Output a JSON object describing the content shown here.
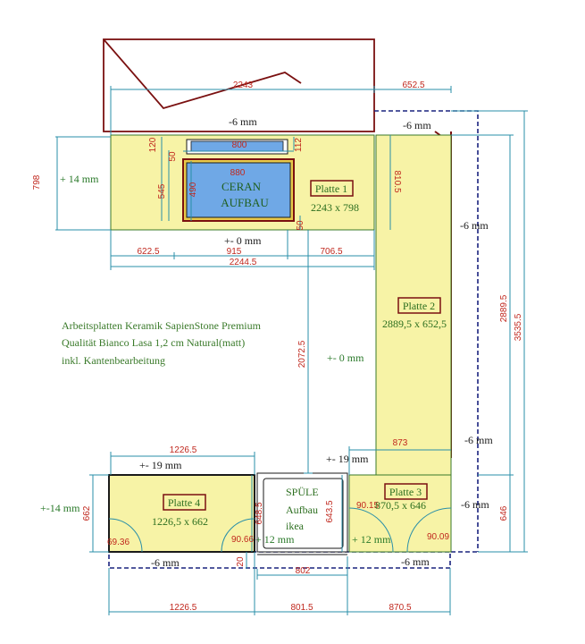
{
  "title_lines": [
    "Arbeitsplatten Keramik SapienStone Premium",
    "Qualität Bianco Lasa 1,2 cm Natural(matt)",
    "inkl. Kantenbearbeitung"
  ],
  "colors": {
    "counter_fill": "#f7f3a6",
    "counter_edge": "#3a7a2a",
    "wall": "#7a1010",
    "cooktop_blue": "#6fa8e6",
    "dimension_line": "#2a8fa8",
    "dimension_text": "#c0281e",
    "dashed_outline": "#1a237e"
  },
  "plates": [
    {
      "label": "Platte 1",
      "size": "2243 x 798"
    },
    {
      "label": "Platte 2",
      "size": "2889,5 x 652,5"
    },
    {
      "label": "Platte 3",
      "size": "870,5 x 646"
    },
    {
      "label": "Platte 4",
      "size": "1226,5 x 662"
    }
  ],
  "ceran": {
    "line1": "CERAN",
    "line2": "AUFBAU"
  },
  "sink": {
    "line1": "SPÜLE",
    "line2": "Aufbau",
    "line3": "ikea"
  },
  "dimensions": {
    "top_2243": "2243",
    "top_652_5": "652.5",
    "d_800": "800",
    "d_120": "120",
    "d_112": "112",
    "d_50a": "50",
    "d_880": "880",
    "d_545": "545",
    "d_490": "490",
    "d_50b": "50",
    "d_810_5": "810.5",
    "d_622_5": "622.5",
    "d_915": "915",
    "d_706_5": "706.5",
    "d_2244_5": "2244.5",
    "d_798": "798",
    "d_2072_5": "2072.5",
    "d_2889_5": "2889.5",
    "d_3535_5": "3535.5",
    "d_873": "873",
    "d_1226_5_top": "1226.5",
    "d_662": "662",
    "d_648_5": "648.5",
    "d_643_5": "643.5",
    "d_646": "646",
    "d_69_36": "69.36",
    "d_90_66": "90.66",
    "d_90_15": "90.15",
    "d_90_09": "90.09",
    "d_802": "802",
    "d_20": "20",
    "d_1226_5_bot": "1226.5",
    "d_801_5": "801.5",
    "d_870_5": "870.5"
  },
  "notes": {
    "minus6_top": "-6 mm",
    "minus6_right_top": "-6 mm",
    "plus14": "+ 14 mm",
    "pm0_mid": "+- 0 mm",
    "minus6_side": "-6 mm",
    "pm0_vert": "+- 0 mm",
    "minus6_side2": "-6 mm",
    "pm19_left": "+- 19 mm",
    "pm19_right": "+- 19 mm",
    "pm14_left": "+-14 mm",
    "minus6_right_bot": "-6 mm",
    "plus12_left": "+ 12 mm",
    "plus12_right": "+ 12 mm",
    "minus6_bot_left": "-6 mm",
    "minus6_bot_right": "-6 mm"
  }
}
